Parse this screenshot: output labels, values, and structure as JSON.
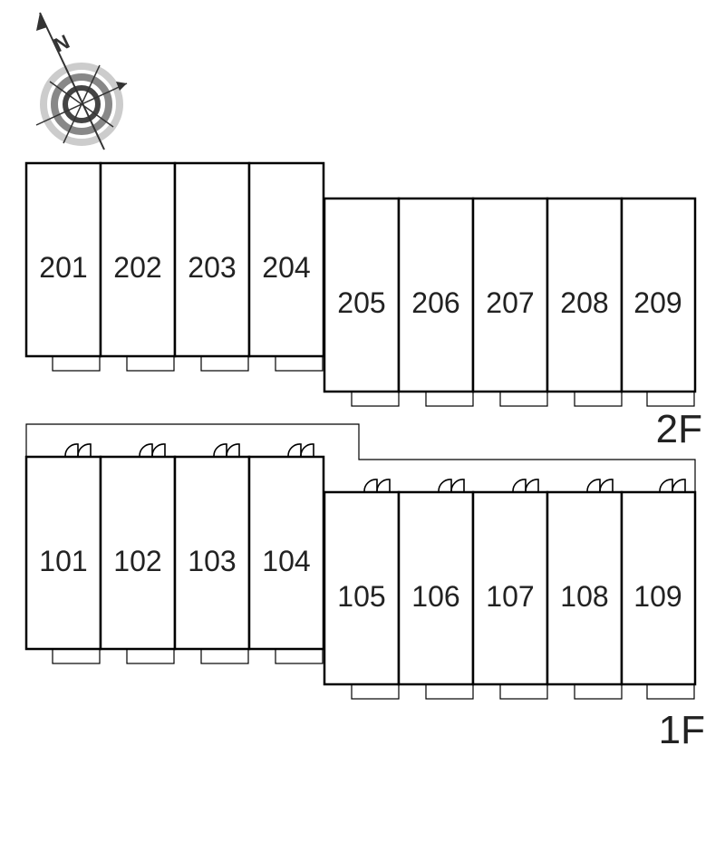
{
  "compass": {
    "north_label": "N",
    "icon": "compass-rose-icon"
  },
  "floors": [
    {
      "label": "2F",
      "rooms": [
        "201",
        "202",
        "203",
        "204",
        "205",
        "206",
        "207",
        "208",
        "209"
      ]
    },
    {
      "label": "1F",
      "rooms": [
        "101",
        "102",
        "103",
        "104",
        "105",
        "106",
        "107",
        "108",
        "109"
      ]
    }
  ]
}
